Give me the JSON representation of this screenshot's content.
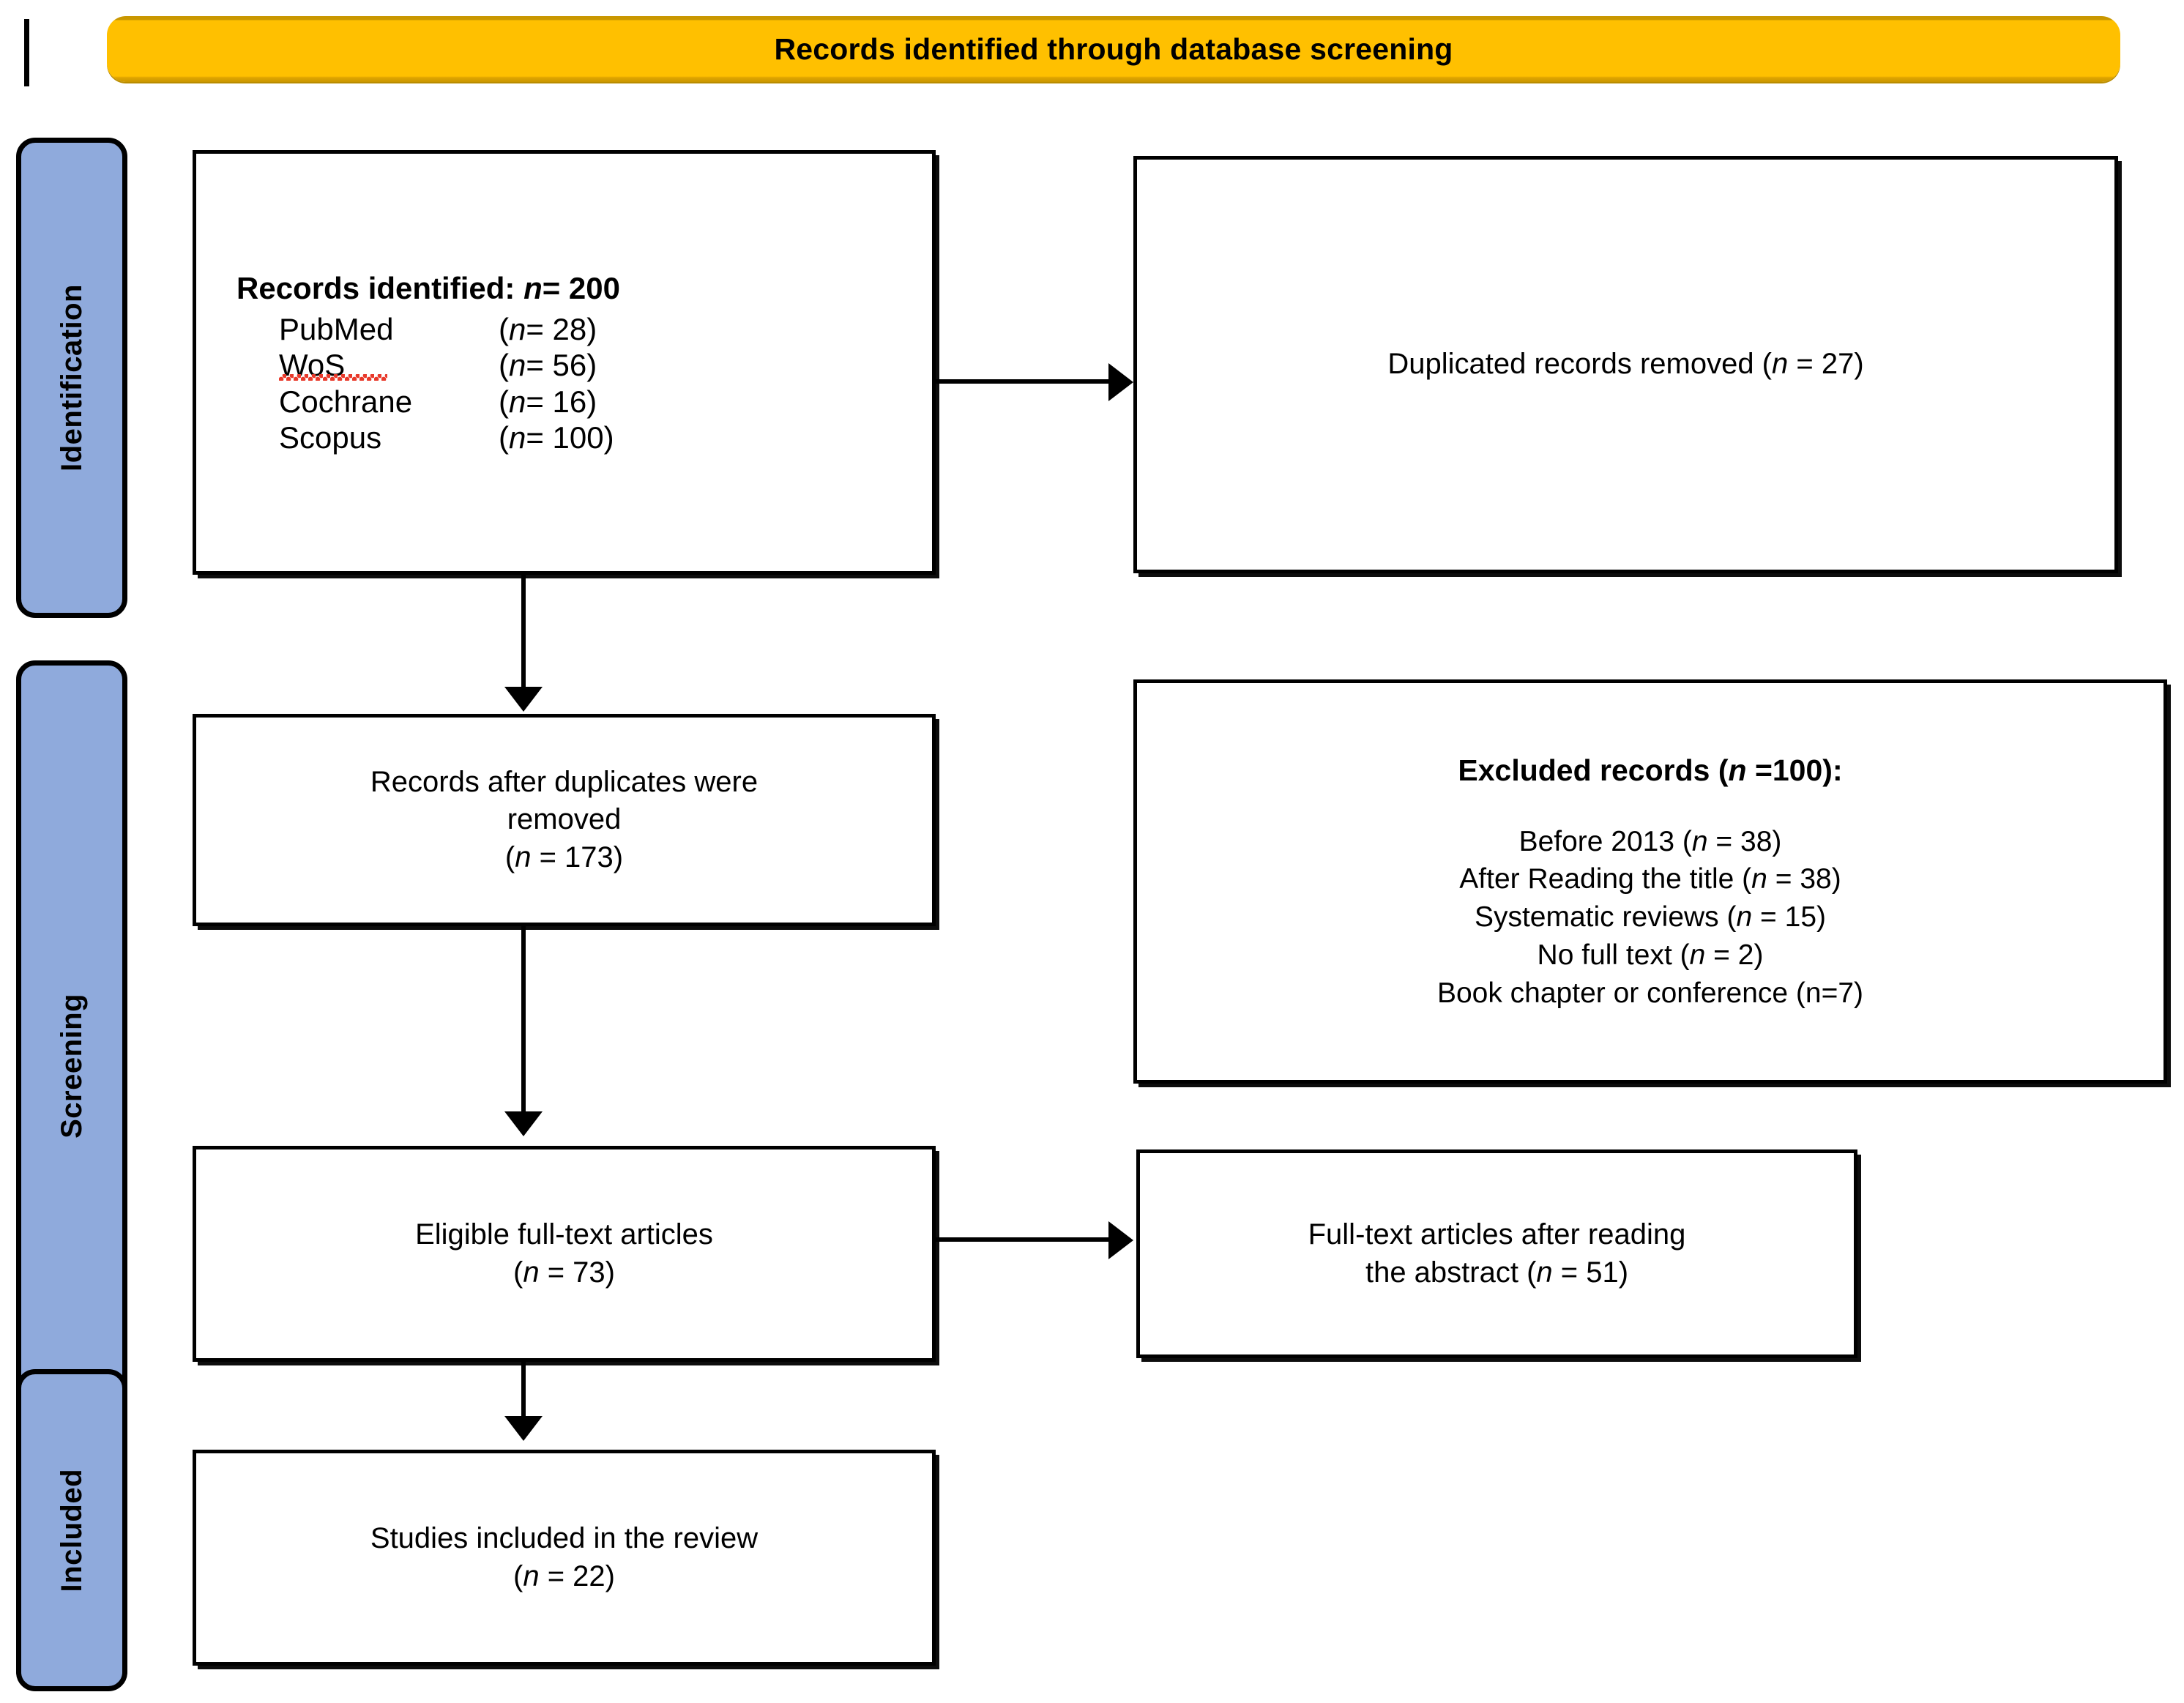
{
  "banner": {
    "title": "Records identified through database screening",
    "bg_color": "#FFC000"
  },
  "phases": {
    "accent_color": "#8FAADC",
    "items": [
      {
        "id": "identification",
        "label": "Identification"
      },
      {
        "id": "screening",
        "label": "Screening"
      },
      {
        "id": "included",
        "label": "Included"
      }
    ]
  },
  "boxes": {
    "records_identified": {
      "title": "Records identified: n = 200",
      "title_plain": "Records identified:",
      "title_n": "n",
      "title_value": "= 200",
      "sources": [
        {
          "name": "PubMed",
          "count": "(n = 28)",
          "n_label": "n",
          "n_value": "= 28)",
          "misspelled": false
        },
        {
          "name": "WoS",
          "count": "(n = 56)",
          "n_label": "n",
          "n_value": "= 56)",
          "misspelled": true
        },
        {
          "name": "Cochrane",
          "count": "(n = 16)",
          "n_label": "n",
          "n_value": "= 16)",
          "misspelled": false
        },
        {
          "name": "Scopus",
          "count": "(n = 100)",
          "n_label": "n",
          "n_value": "= 100)",
          "misspelled": false
        }
      ]
    },
    "duplicates_removed": {
      "text_before": "Duplicated records removed (",
      "n_label": "n",
      "text_after": " = 27)"
    },
    "records_after_duplicates": {
      "line1": "Records after duplicates were",
      "line2": "removed",
      "line3_before": "(",
      "line3_n": "n",
      "line3_after": " = 173)"
    },
    "excluded_records": {
      "title_before": "Excluded records (",
      "title_n": "n",
      "title_after": " =100):",
      "reasons": [
        {
          "text_before": "Before 2013 (",
          "n_label": "n",
          "text_after": " = 38)"
        },
        {
          "text_before": "After Reading the title (",
          "n_label": "n",
          "text_after": " = 38)"
        },
        {
          "text_before": "Systematic reviews (",
          "n_label": "n",
          "text_after": " = 15)"
        },
        {
          "text_before": "No full text (",
          "n_label": "n",
          "text_after": " = 2)"
        },
        {
          "text_before": "Book chapter or conference (n=7)",
          "n_label": "",
          "text_after": ""
        }
      ]
    },
    "eligible_fulltext": {
      "line1": "Eligible full-text articles",
      "line2_before": "(",
      "line2_n": "n",
      "line2_after": " = 73)"
    },
    "fulltext_after_abstract": {
      "line1": "Full-text articles after reading",
      "line2_before": "the abstract (",
      "line2_n": "n",
      "line2_after": " = 51)"
    },
    "studies_included": {
      "line1": "Studies included in the review",
      "line2_before": "(",
      "line2_n": "n",
      "line2_after": " = 22)"
    }
  },
  "chart_data": {
    "type": "diagram",
    "title": "Records identified through database screening",
    "diagram_kind": "PRISMA flow diagram",
    "phases": [
      "Identification",
      "Screening",
      "Included"
    ],
    "nodes": [
      {
        "id": "records_identified",
        "phase": "Identification",
        "label": "Records identified",
        "n": 200
      },
      {
        "id": "pubmed",
        "phase": "Identification",
        "label": "PubMed",
        "n": 28
      },
      {
        "id": "wos",
        "phase": "Identification",
        "label": "WoS",
        "n": 56
      },
      {
        "id": "cochrane",
        "phase": "Identification",
        "label": "Cochrane",
        "n": 16
      },
      {
        "id": "scopus",
        "phase": "Identification",
        "label": "Scopus",
        "n": 100
      },
      {
        "id": "duplicates_removed",
        "phase": "Identification",
        "label": "Duplicated records removed",
        "n": 27
      },
      {
        "id": "records_after_duplicates",
        "phase": "Screening",
        "label": "Records after duplicates were removed",
        "n": 173
      },
      {
        "id": "excluded_records",
        "phase": "Screening",
        "label": "Excluded records",
        "n": 100
      },
      {
        "id": "excluded_before_2013",
        "phase": "Screening",
        "label": "Before 2013",
        "n": 38
      },
      {
        "id": "excluded_after_title",
        "phase": "Screening",
        "label": "After Reading the title",
        "n": 38
      },
      {
        "id": "excluded_sys_reviews",
        "phase": "Screening",
        "label": "Systematic reviews",
        "n": 15
      },
      {
        "id": "excluded_no_fulltext",
        "phase": "Screening",
        "label": "No full text",
        "n": 2
      },
      {
        "id": "excluded_book_chapter",
        "phase": "Screening",
        "label": "Book chapter or conference",
        "n": 7
      },
      {
        "id": "eligible_fulltext",
        "phase": "Screening",
        "label": "Eligible full-text articles",
        "n": 73
      },
      {
        "id": "fulltext_after_abstract",
        "phase": "Screening",
        "label": "Full-text articles after reading the abstract",
        "n": 51
      },
      {
        "id": "studies_included",
        "phase": "Included",
        "label": "Studies included in the review",
        "n": 22
      }
    ],
    "edges": [
      {
        "from": "records_identified",
        "to": "duplicates_removed",
        "direction": "right"
      },
      {
        "from": "records_identified",
        "to": "records_after_duplicates",
        "direction": "down"
      },
      {
        "from": "records_after_duplicates",
        "to": "eligible_fulltext",
        "direction": "down"
      },
      {
        "from": "eligible_fulltext",
        "to": "fulltext_after_abstract",
        "direction": "right"
      },
      {
        "from": "eligible_fulltext",
        "to": "studies_included",
        "direction": "down"
      }
    ]
  }
}
